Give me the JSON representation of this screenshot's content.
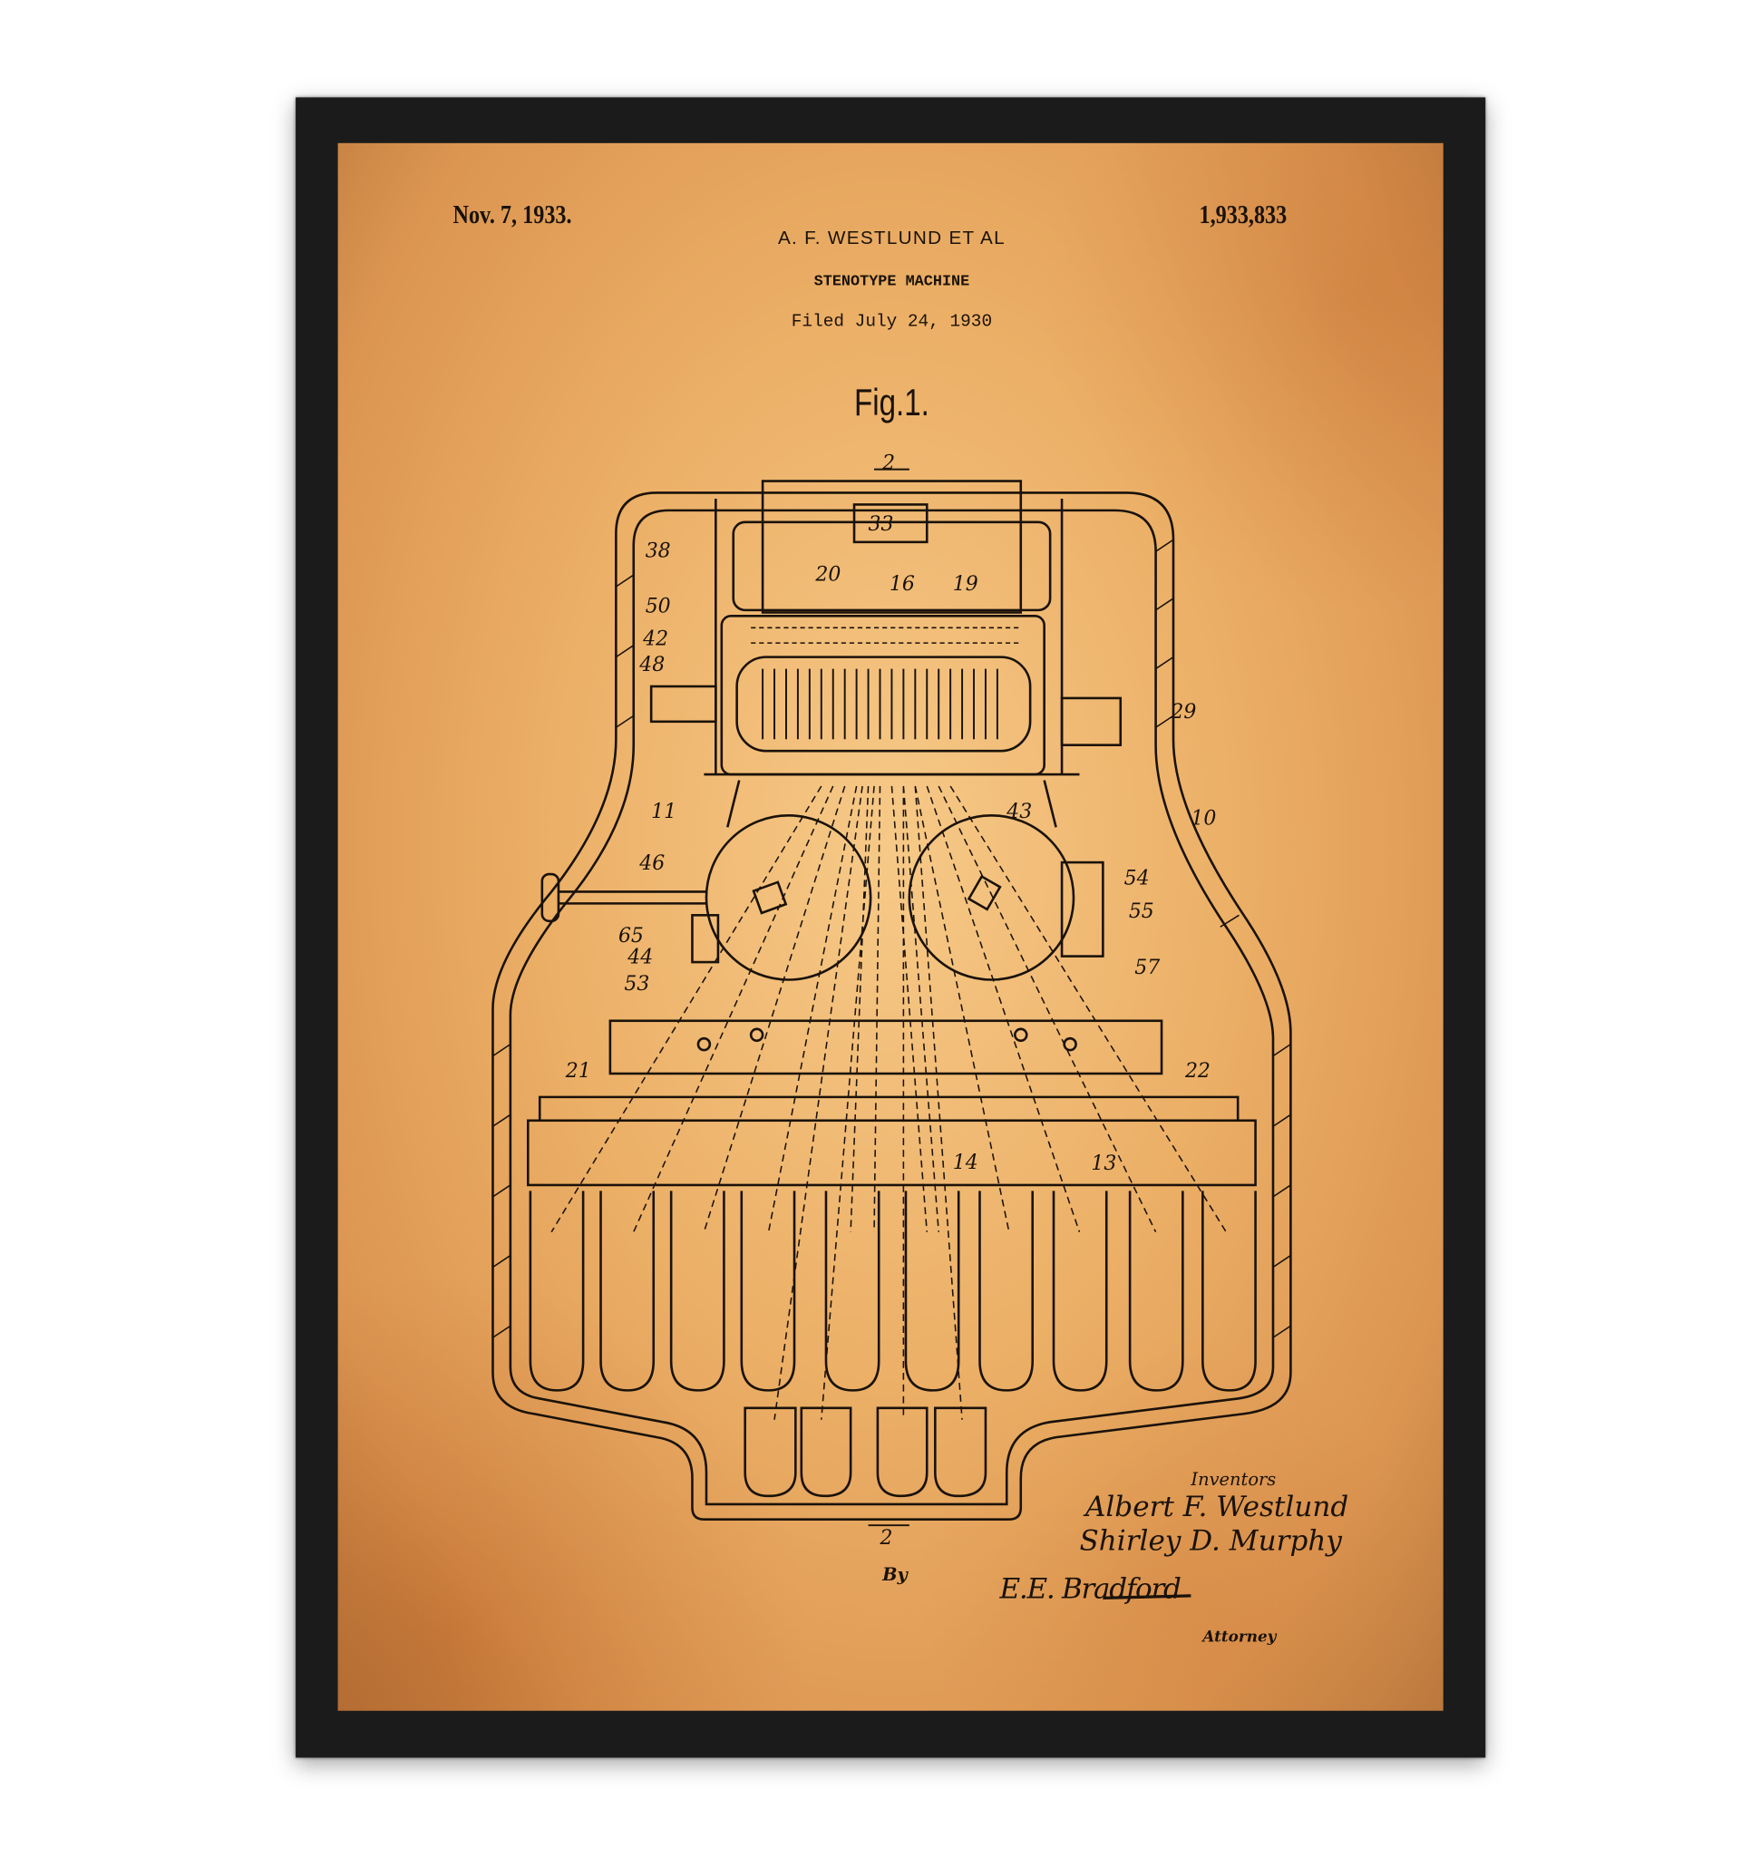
{
  "patent": {
    "date": "Nov. 7, 1933.",
    "number": "1,933,833",
    "inventor_header": "A. F. WESTLUND ET AL",
    "title": "STENOTYPE MACHINE",
    "filed": "Filed July 24, 1930",
    "figure": "Fig.1."
  },
  "signature_block": {
    "inventors_label": "Inventors",
    "inventor_1": "Albert F. Westlund",
    "inventor_2": "Shirley D. Murphy",
    "by": "By",
    "attorney_signature": "E.E. Bradford",
    "attorney_label": "Attorney"
  },
  "reference_numerals": [
    "2",
    "33",
    "38",
    "20",
    "16",
    "19",
    "50",
    "42",
    "48",
    "29",
    "11",
    "43",
    "10",
    "46",
    "54",
    "55",
    "65",
    "44",
    "57",
    "53",
    "21",
    "22",
    "13",
    "14",
    "2"
  ],
  "colors": {
    "frame": "#1b1b1b",
    "paper": "#e8a862",
    "ink": "#1a120a"
  }
}
